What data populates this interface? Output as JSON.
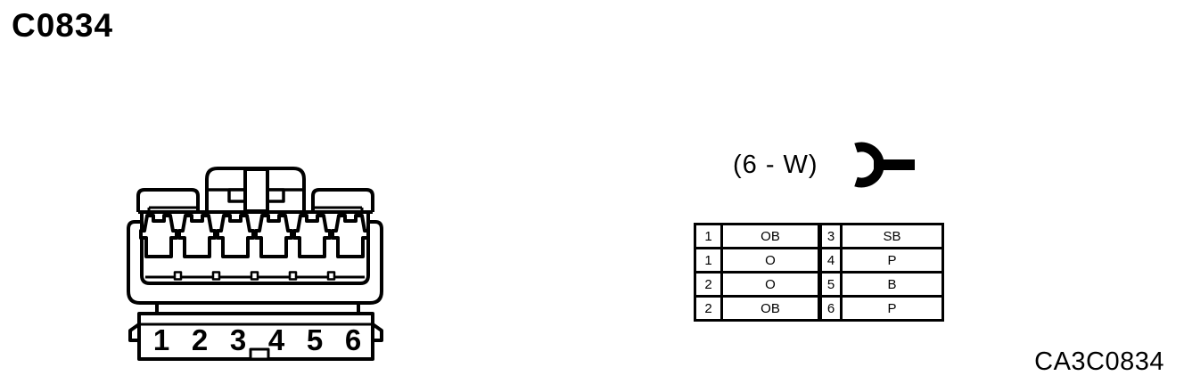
{
  "header": {
    "title": "C0834"
  },
  "connector": {
    "type_label": "(6 - W)",
    "pins": [
      "1",
      "2",
      "3",
      "4",
      "5",
      "6"
    ]
  },
  "pin_table": {
    "rows": [
      [
        "1",
        "OB",
        "3",
        "SB"
      ],
      [
        "1",
        "O",
        "4",
        "P"
      ],
      [
        "2",
        "O",
        "5",
        "B"
      ],
      [
        "2",
        "OB",
        "6",
        "P"
      ]
    ]
  },
  "footer": {
    "figure_code": "CA3C0834"
  },
  "colors": {
    "line": "#000000",
    "background": "#ffffff"
  }
}
